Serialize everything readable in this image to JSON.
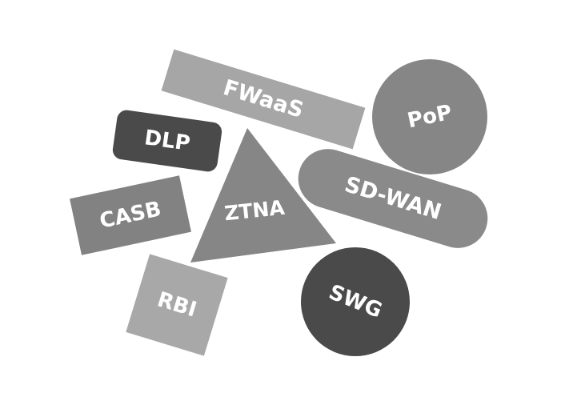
{
  "shapes": {
    "fwaas": {
      "label": "FWaaS",
      "color": "#a6a6a6"
    },
    "pop": {
      "label": "PoP",
      "color": "#868686"
    },
    "dlp": {
      "label": "DLP",
      "color": "#4a4a4a"
    },
    "sdwan": {
      "label": "SD-WAN",
      "color": "#8a8a8a"
    },
    "ztna": {
      "label": "ZTNA",
      "color": "#868686"
    },
    "casb": {
      "label": "CASB",
      "color": "#828282"
    },
    "rbi": {
      "label": "RBI",
      "color": "#a8a8a8"
    },
    "swg": {
      "label": "SWG",
      "color": "#4a4a4a"
    }
  }
}
